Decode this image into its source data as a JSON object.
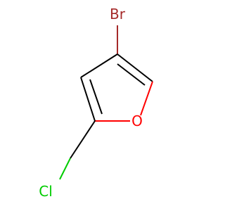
{
  "molecule": {
    "atoms": {
      "bromine": "Br",
      "oxygen": "O",
      "chlorine": "Cl"
    },
    "colors": {
      "bond": "#000000",
      "bromine": "#a52a2a",
      "oxygen": "#ff0000",
      "chlorine": "#00cc00"
    }
  }
}
